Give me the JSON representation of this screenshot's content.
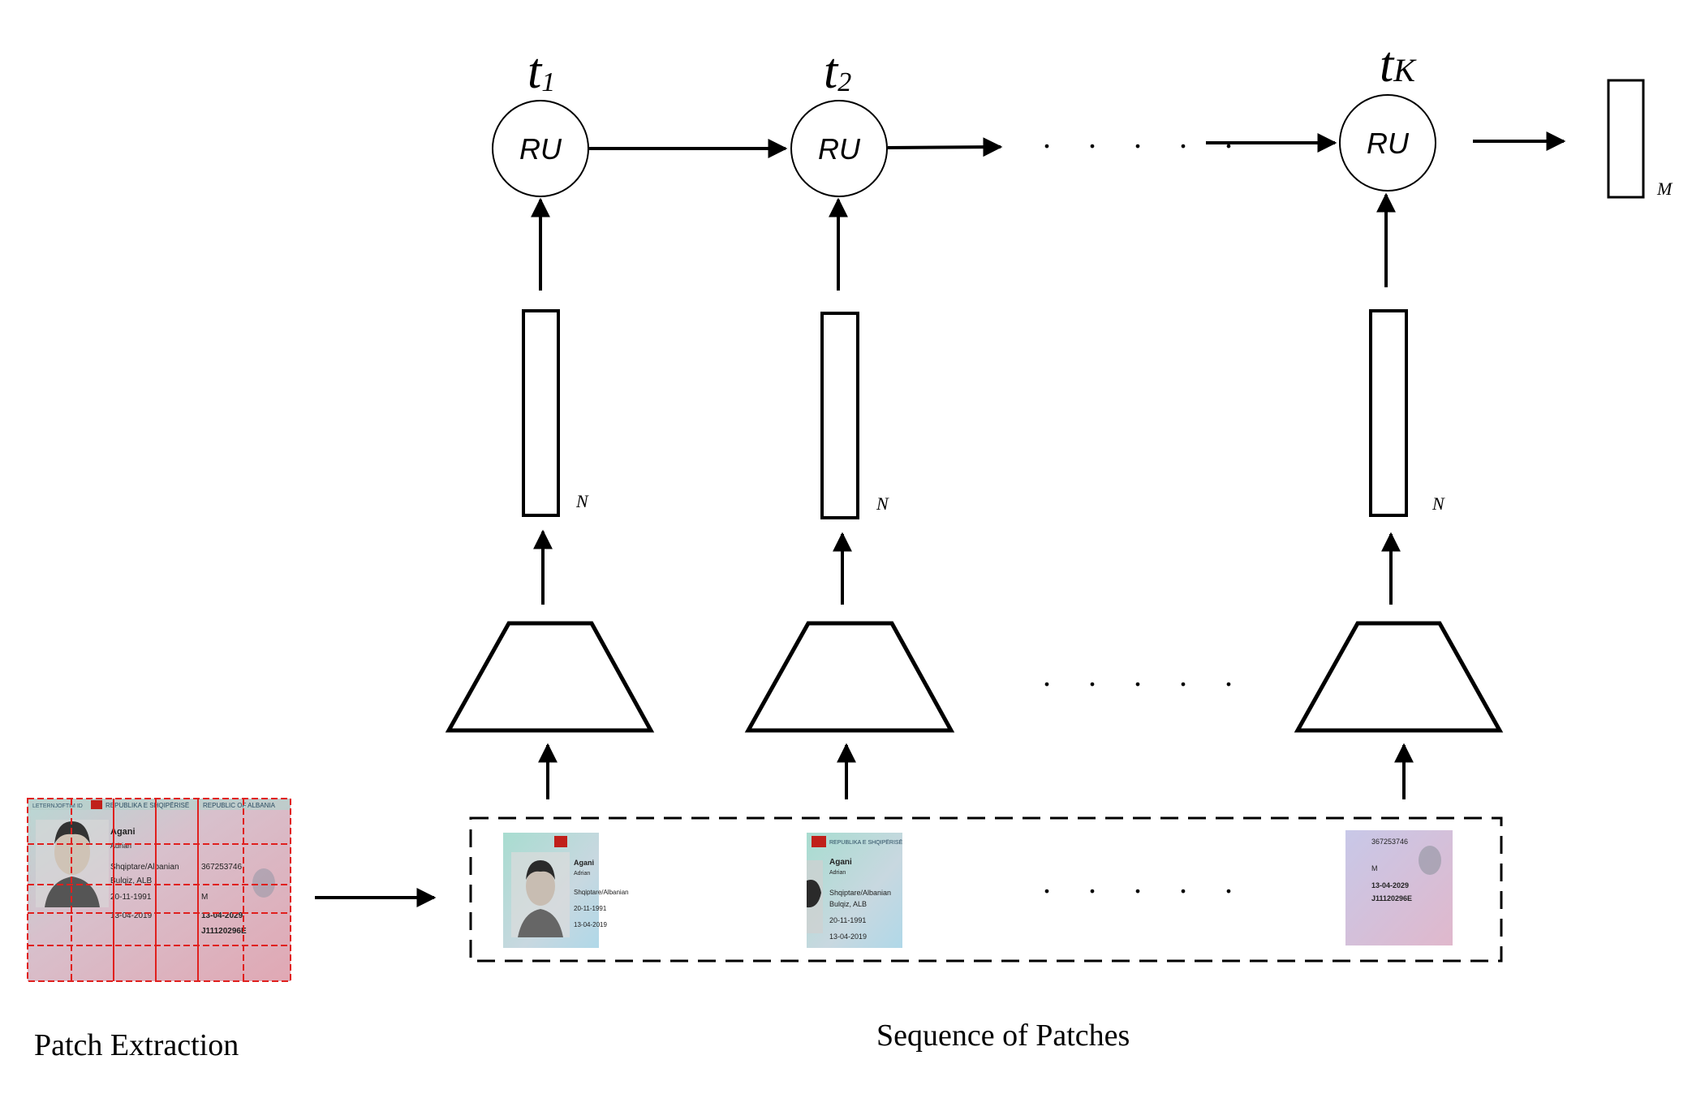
{
  "time_steps": [
    {
      "time_base": "t",
      "time_sub": "1",
      "unit_label": "RU",
      "vector_dim": "N"
    },
    {
      "time_base": "t",
      "time_sub": "2",
      "unit_label": "RU",
      "vector_dim": "N"
    },
    {
      "time_base": "t",
      "time_sub": "K",
      "unit_label": "RU",
      "vector_dim": "N"
    }
  ],
  "output": {
    "dim": "M"
  },
  "ellipsis": ". . . . .",
  "labels": {
    "patch_extraction": "Patch Extraction",
    "sequence_of_patches": "Sequence of Patches"
  },
  "id_card": {
    "header_left": "LETERNJOFTIM ID",
    "header_center": "REPUBLIKA E SHQIPËRISË",
    "header_right": "REPUBLIC OF ALBANIA",
    "surname": "Agani",
    "given_name": "Adrian",
    "nationality": "Shqiptare/Albanian",
    "place_of_birth": "Bulqiz, ALB",
    "date_of_birth": "20-11-1991",
    "date_of_issue": "13-04-2019",
    "id_number": "367253746",
    "sex": "M",
    "date_of_expiry": "13-04-2029",
    "personal_no": "J11120296E"
  },
  "colors": {
    "stroke": "#000000",
    "grid_red": "#e0201e",
    "card_pink": "#dcb0b8",
    "card_teal": "#9fd2c8"
  }
}
